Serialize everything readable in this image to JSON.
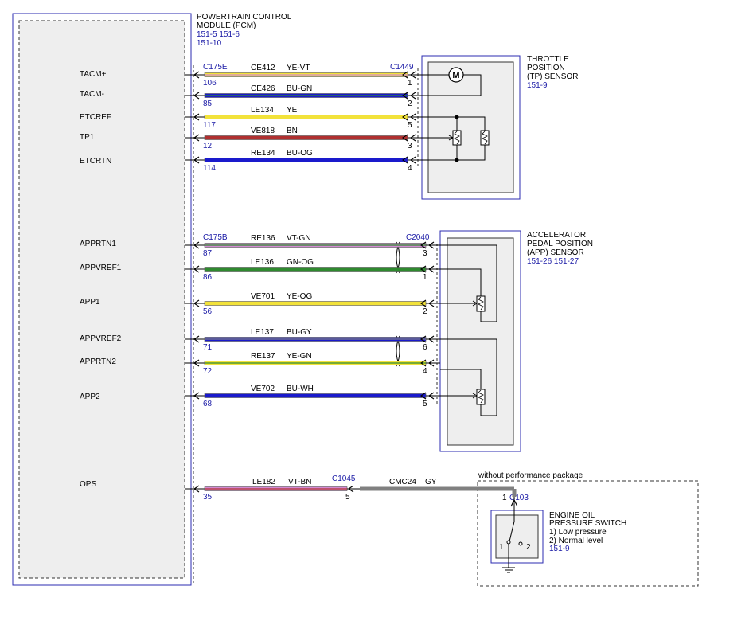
{
  "colors": {
    "module_outline": "#2b2bb0",
    "ref_text": "#1a1aa6",
    "YE": "#f2e23a",
    "BU": "#1a1acc",
    "BN": "#b03030",
    "GN": "#2f8a2f",
    "GY": "#808080",
    "VT": "#d48ad4"
  },
  "pcm": {
    "title_line1": "POWERTRAIN CONTROL",
    "title_line2": "MODULE (PCM)",
    "refs_line1": "151-5  151-6",
    "refs_line2": "151-10"
  },
  "tp_sensor": {
    "name_line1": "THROTTLE",
    "name_line2": "POSITION",
    "name_line3": "(TP) SENSOR",
    "ref": "151-9",
    "pcm_connector": "C175E",
    "sensor_connector": "C1449",
    "motor_label": "M"
  },
  "app_sensor": {
    "name_line1": "ACCELERATOR",
    "name_line2": "PEDAL POSITION",
    "name_line3": "(APP) SENSOR",
    "refs": "151-26  151-27",
    "pcm_connector": "C175B",
    "sensor_connector": "C2040"
  },
  "ops": {
    "option_note": "without performance package",
    "inline_connector": "C1045",
    "switch_connector": "C103",
    "switch_connector_pin": "1",
    "switch_name_line1": "ENGINE OIL",
    "switch_name_line2": "PRESSURE SWITCH",
    "state1": "1) Low pressure",
    "state2": "2) Normal level",
    "ref": "151-9",
    "switch_pos1": "1",
    "switch_pos2": "2"
  },
  "circuits": [
    {
      "signal": "TACM+",
      "circuit": "CE412",
      "color": "YE-VT",
      "pcm_pin": "106",
      "sensor_pin": "1",
      "group": "tp"
    },
    {
      "signal": "TACM-",
      "circuit": "CE426",
      "color": "BU-GN",
      "pcm_pin": "85",
      "sensor_pin": "2",
      "group": "tp"
    },
    {
      "signal": "ETCREF",
      "circuit": "LE134",
      "color": "YE",
      "pcm_pin": "117",
      "sensor_pin": "5",
      "group": "tp"
    },
    {
      "signal": "TP1",
      "circuit": "VE818",
      "color": "BN",
      "pcm_pin": "12",
      "sensor_pin": "3",
      "group": "tp"
    },
    {
      "signal": "ETCRTN",
      "circuit": "RE134",
      "color": "BU-OG",
      "pcm_pin": "114",
      "sensor_pin": "4",
      "group": "tp"
    },
    {
      "signal": "APPRTN1",
      "circuit": "RE136",
      "color": "VT-GN",
      "pcm_pin": "87",
      "sensor_pin": "3",
      "group": "app"
    },
    {
      "signal": "APPVREF1",
      "circuit": "LE136",
      "color": "GN-OG",
      "pcm_pin": "86",
      "sensor_pin": "1",
      "group": "app"
    },
    {
      "signal": "APP1",
      "circuit": "VE701",
      "color": "YE-OG",
      "pcm_pin": "56",
      "sensor_pin": "2",
      "group": "app"
    },
    {
      "signal": "APPVREF2",
      "circuit": "LE137",
      "color": "BU-GY",
      "pcm_pin": "71",
      "sensor_pin": "6",
      "group": "app"
    },
    {
      "signal": "APPRTN2",
      "circuit": "RE137",
      "color": "YE-GN",
      "pcm_pin": "72",
      "sensor_pin": "4",
      "group": "app"
    },
    {
      "signal": "APP2",
      "circuit": "VE702",
      "color": "BU-WH",
      "pcm_pin": "68",
      "sensor_pin": "5",
      "group": "app"
    },
    {
      "signal": "OPS",
      "circuit": "LE182",
      "color": "VT-BN",
      "pcm_pin": "35",
      "sensor_pin": "5",
      "group": "ops",
      "ext_circuit": "CMC24",
      "ext_color": "GY"
    }
  ]
}
